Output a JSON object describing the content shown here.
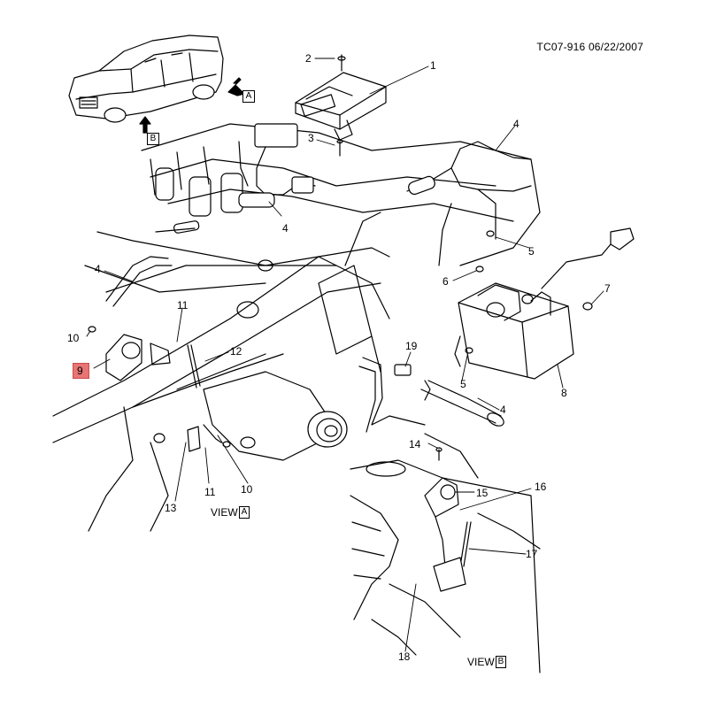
{
  "header": {
    "code": "TC07-916",
    "date": "06/22/2007"
  },
  "vehicle_arrows": {
    "a": "A",
    "b": "B"
  },
  "views": {
    "view_a": {
      "word": "VIEW",
      "letter": "A"
    },
    "view_b": {
      "word": "VIEW",
      "letter": "B"
    }
  },
  "callouts": {
    "c1": "1",
    "c2": "2",
    "c3": "3",
    "c4_top_right": "4",
    "c4_center": "4",
    "c4_left": "4",
    "c4_lower": "4",
    "c5_upper": "5",
    "c5_lower": "5",
    "c6": "6",
    "c7": "7",
    "c8": "8",
    "c9": "9",
    "c10_left": "10",
    "c10_bottom": "10",
    "c11_top": "11",
    "c11_bottom": "11",
    "c12": "12",
    "c13": "13",
    "c14": "14",
    "c15": "15",
    "c16": "16",
    "c17": "17",
    "c18": "18",
    "c19": "19"
  },
  "colors": {
    "highlight": "#e87474",
    "line": "#000000"
  }
}
